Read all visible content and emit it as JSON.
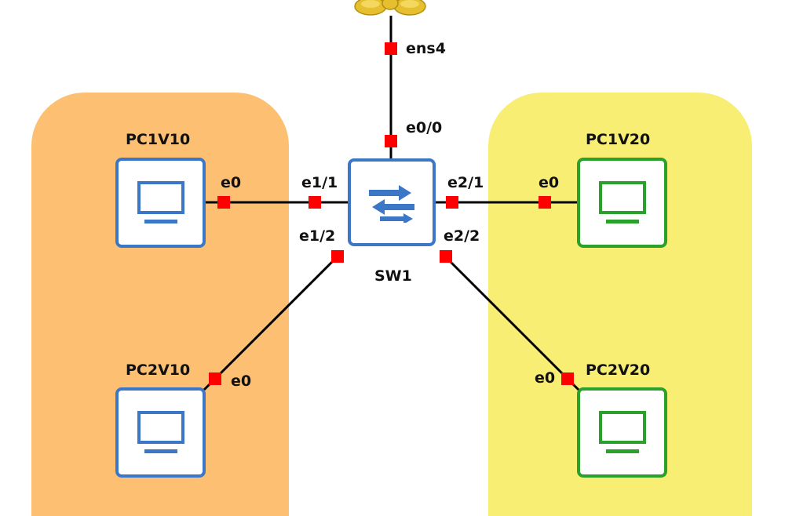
{
  "colors": {
    "vlan10_zone": "#fdbf72",
    "vlan20_zone": "#f8ee74",
    "vlan10_device": "#3c76c6",
    "vlan20_device": "#2aa12a",
    "port": "#ff0000",
    "cloud": "#e6bf2e"
  },
  "cloud": {
    "port_label": "ens4"
  },
  "switch": {
    "name": "SW1",
    "ports": {
      "uplink": "e0/0",
      "p1_1": "e1/1",
      "p1_2": "e1/2",
      "p2_1": "e2/1",
      "p2_2": "e2/2"
    }
  },
  "hosts": {
    "pc1v10": {
      "name": "PC1V10",
      "port": "e0"
    },
    "pc2v10": {
      "name": "PC2V10",
      "port": "e0"
    },
    "pc1v20": {
      "name": "PC1V20",
      "port": "e0"
    },
    "pc2v20": {
      "name": "PC2V20",
      "port": "e0"
    }
  }
}
